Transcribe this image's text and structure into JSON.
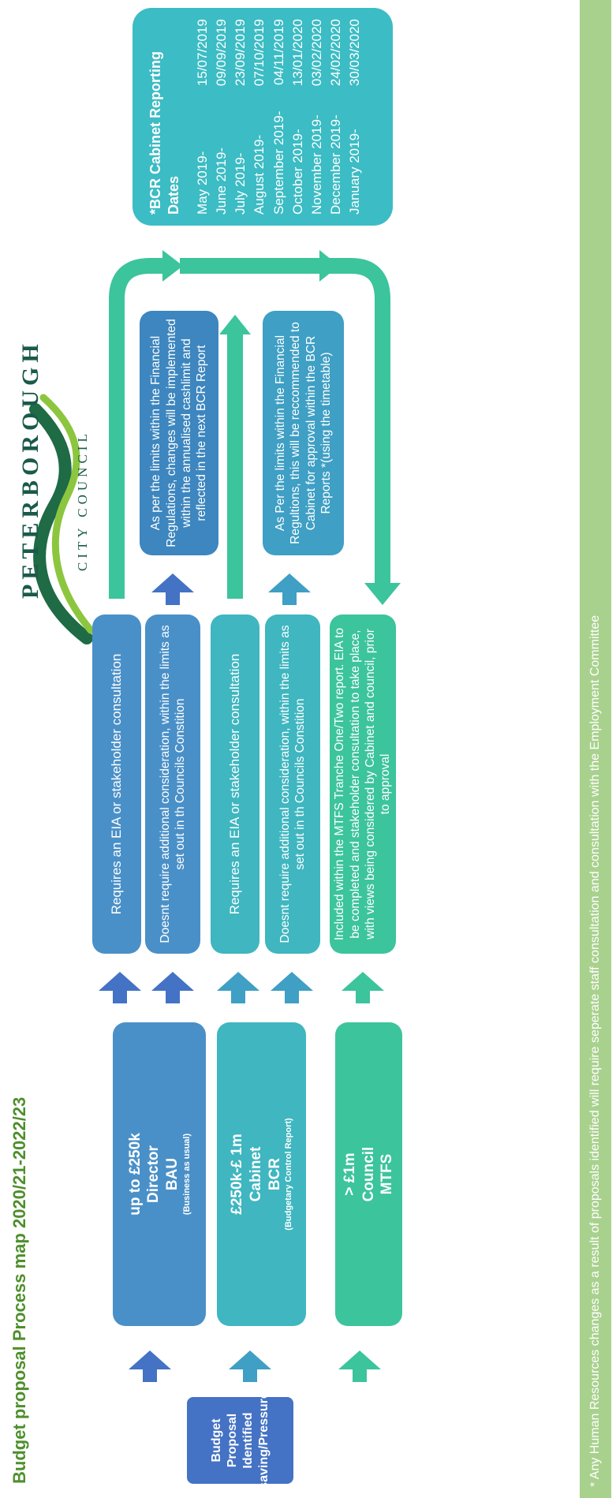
{
  "title": "Budget proposal Process map 2020/21-2022/23",
  "logo": {
    "line1": "PETERBOROUGH",
    "line2": "CITY COUNCIL"
  },
  "colors": {
    "title_green": "#4e8f2c",
    "start_blue": "#4472c4",
    "director_blue": "#4a90c8",
    "cabinet_teal": "#3fb6c0",
    "council_green": "#3cc49c",
    "cabinet_dates_bg": "#3cbcc4",
    "footer_green": "#a9d18e"
  },
  "start_box": {
    "line1": "Budget Proposal",
    "line2": "Identified",
    "line3": "(saving/Pressure)"
  },
  "tiers": [
    {
      "l1": "up to £250k",
      "l2": "Director",
      "l3": "BAU",
      "note": "(Business as usual)"
    },
    {
      "l1": "£250k-£ 1m",
      "l2": "Cabinet",
      "l3": "BCR",
      "note": "(Budgetary Control Report)"
    },
    {
      "l1": "> £1m",
      "l2": "Council",
      "l3": "MTFS",
      "note": ""
    }
  ],
  "consult": {
    "director_eia": "Requires an EIA or  stakeholder consultation",
    "director_no": "Doesnt require additional consideration, within the limits as set out in th Councils Constition",
    "cabinet_eia": "Requires an EIA or  stakeholder consultation",
    "cabinet_no": "Doesnt require additional consideration, within the limits as set out in th Councils Constition",
    "council_mtfs": "Included within the MTFS Tranche One/Two report. EIA to be completed and stakeholder consultation to take place, with views being considered by Cabinet and council, prior to approval"
  },
  "outcomes": {
    "director": "As per the limits within the Financial Regulations, changes will be implemented within the annualised cashlimit and reflected in the next BCR Report",
    "cabinet": "As Per the limits within the Financial Regultions, this will be reccommended to Cabinet for approval within the BCR Reports *(using the timetable)"
  },
  "cabinet_dates": {
    "heading": "*BCR Cabinet Reporting Dates",
    "rows": [
      {
        "period": "May 2019-",
        "date": "15/07/2019"
      },
      {
        "period": "June 2019-",
        "date": "09/09/2019"
      },
      {
        "period": "July 2019-",
        "date": "23/09/2019"
      },
      {
        "period": "August 2019-",
        "date": "07/10/2019"
      },
      {
        "period": "September 2019-",
        "date": "04/11/2019"
      },
      {
        "period": "October 2019-",
        "date": "13/01/2020"
      },
      {
        "period": "November 2019-",
        "date": "03/02/2020"
      },
      {
        "period": "December 2019-",
        "date": "24/02/2020"
      },
      {
        "period": "January 2019-",
        "date": "30/03/2020"
      }
    ]
  },
  "footer": "* Any Human Resources changes as a result of proposals identified will require seperate staff consultation  and consultation with the Employment Committee"
}
